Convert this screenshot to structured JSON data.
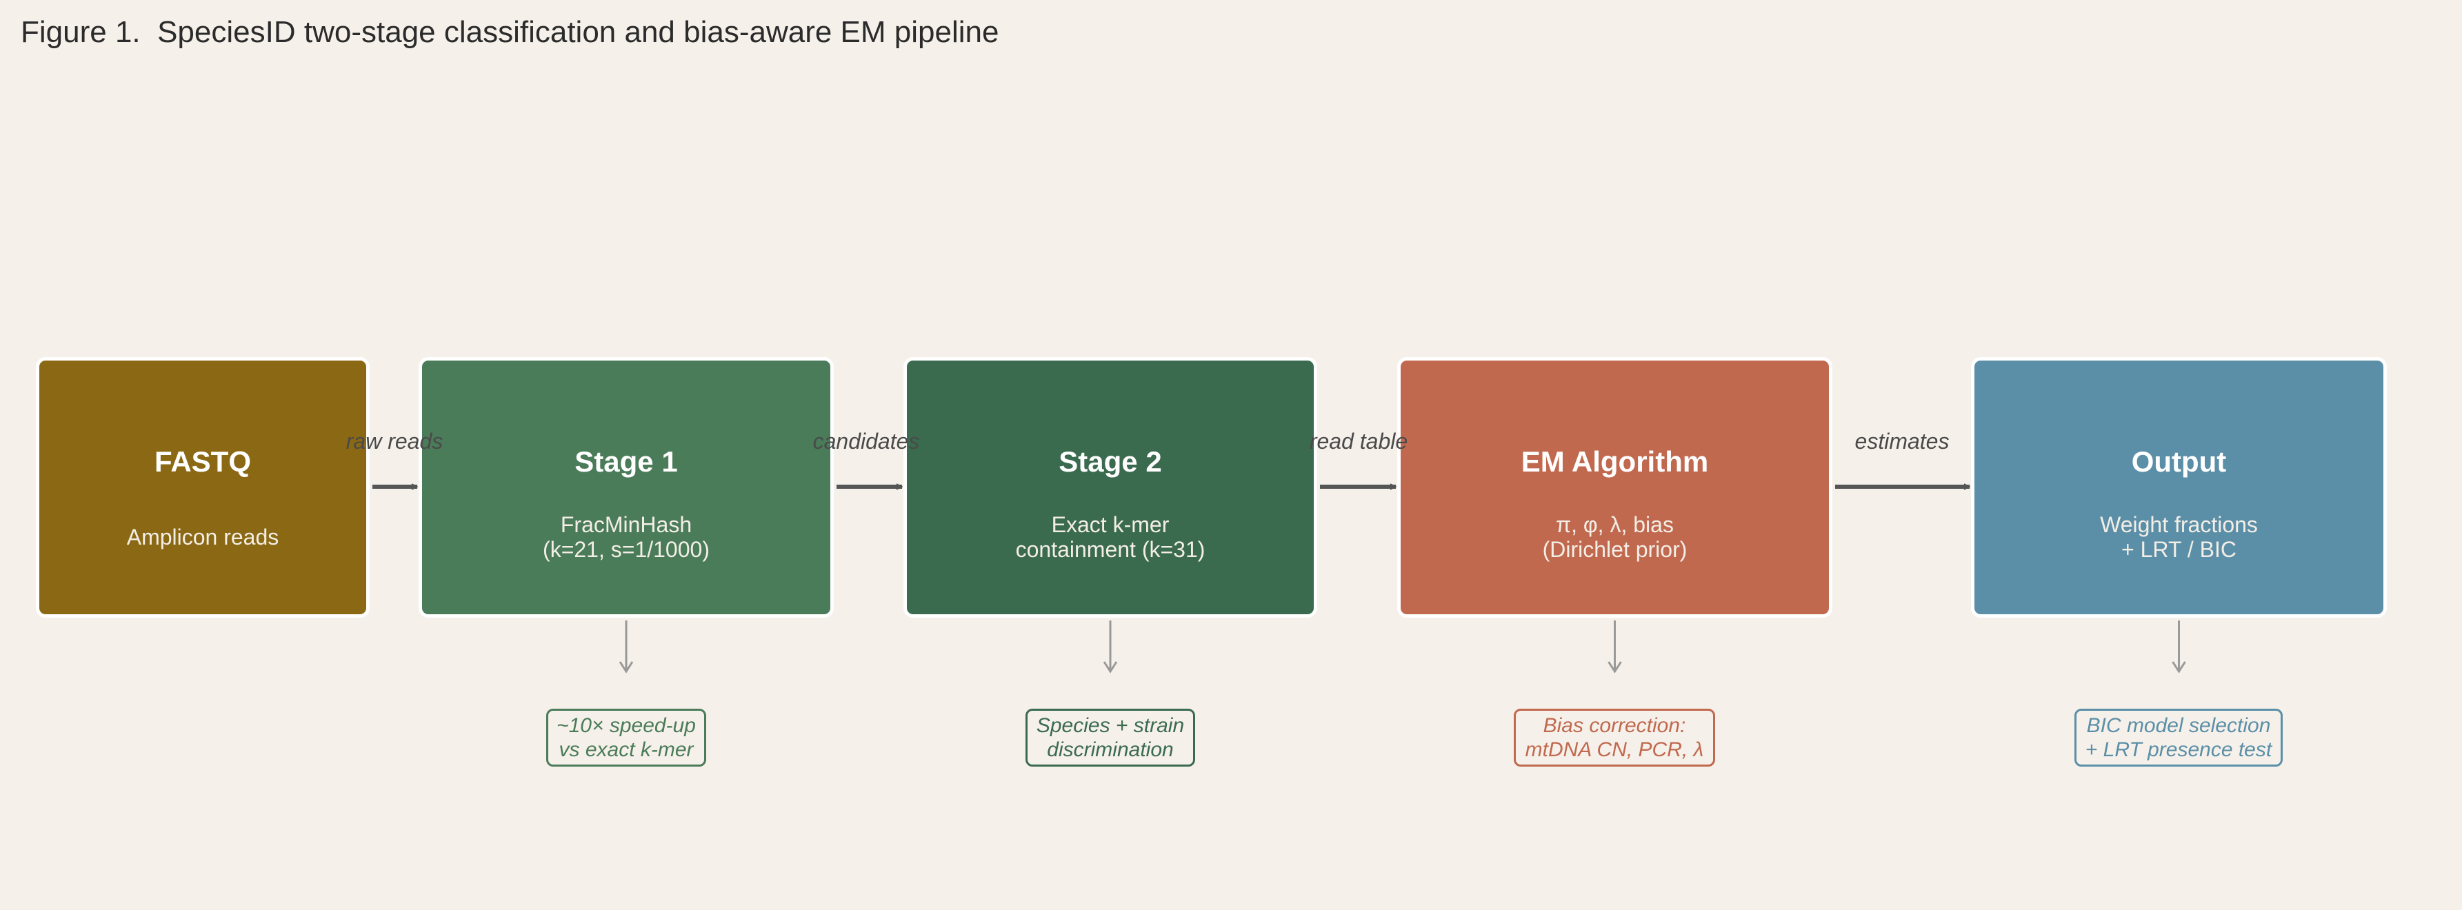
{
  "figure": {
    "title": "Figure 1.  SpeciesID two-stage classification and bias-aware EM pipeline"
  },
  "stages": [
    {
      "title": "FASTQ",
      "description": "Amplicon reads",
      "color": "#8b6914"
    },
    {
      "title": "Stage 1",
      "description": "FracMinHash\n(k=21, s=1/1000)",
      "color": "#4a7c59"
    },
    {
      "title": "Stage 2",
      "description": "Exact k-mer\ncontainment (k=31)",
      "color": "#3b6b4f"
    },
    {
      "title": "EM Algorithm",
      "description": "π, φ, λ, bias\n(Dirichlet prior)",
      "color": "#c1694f"
    },
    {
      "title": "Output",
      "description": "Weight fractions\n+ LRT / BIC",
      "color": "#5b8fa8"
    }
  ],
  "edges": [
    {
      "label": "raw reads"
    },
    {
      "label": "candidates"
    },
    {
      "label": "read table"
    },
    {
      "label": "estimates"
    }
  ],
  "notes": [
    {
      "text": "~10× speed-up\nvs exact k-mer",
      "color": "#4a7c59"
    },
    {
      "text": "Species + strain\ndiscrimination",
      "color": "#3b6b4f"
    },
    {
      "text": "Bias correction:\nmtDNA CN, PCR, λ",
      "color": "#c1694f"
    },
    {
      "text": "BIC model selection\n+ LRT presence test",
      "color": "#5b8fa8"
    }
  ],
  "colors": {
    "background": "#f5f0e9",
    "arrow": "#555555",
    "note_arrow": "#999999"
  }
}
